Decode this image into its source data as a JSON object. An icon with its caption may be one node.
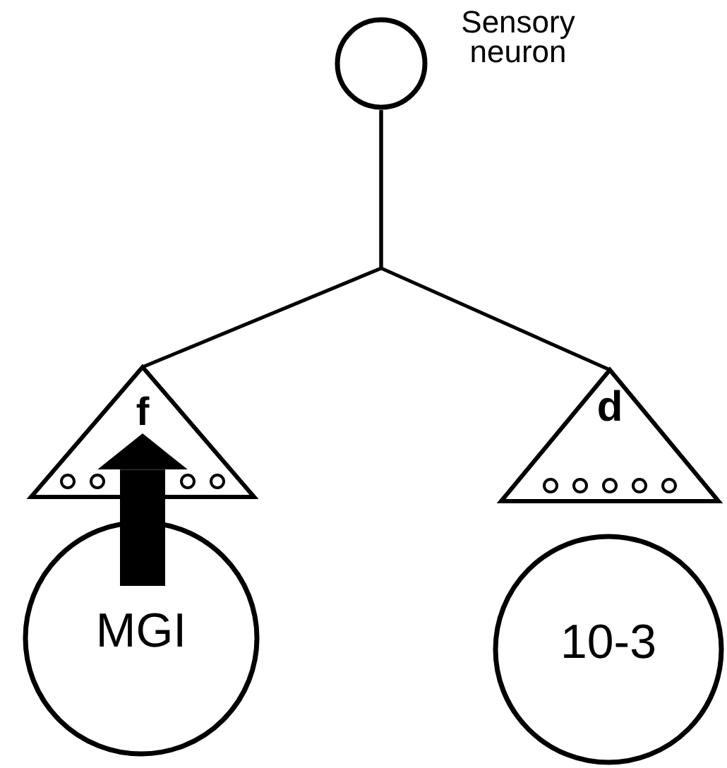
{
  "diagram": {
    "nodes": [
      {
        "text": [],
        "shape": "circle",
        "beside": [
          "Sensory neuron"
        ]
      },
      {
        "text": [
          "f"
        ]
      },
      {
        "text": [
          "d"
        ]
      },
      {
        "text": [
          "MGI"
        ]
      },
      {
        "text": [
          "10-3"
        ]
      }
    ],
    "edges": [
      {
        "from": 0,
        "to": 1,
        "arrow": "none"
      },
      {
        "from": 0,
        "to": 2,
        "arrow": "none"
      },
      {
        "from": 3,
        "to": 1,
        "arrow": "to",
        "style": "thick"
      }
    ]
  }
}
